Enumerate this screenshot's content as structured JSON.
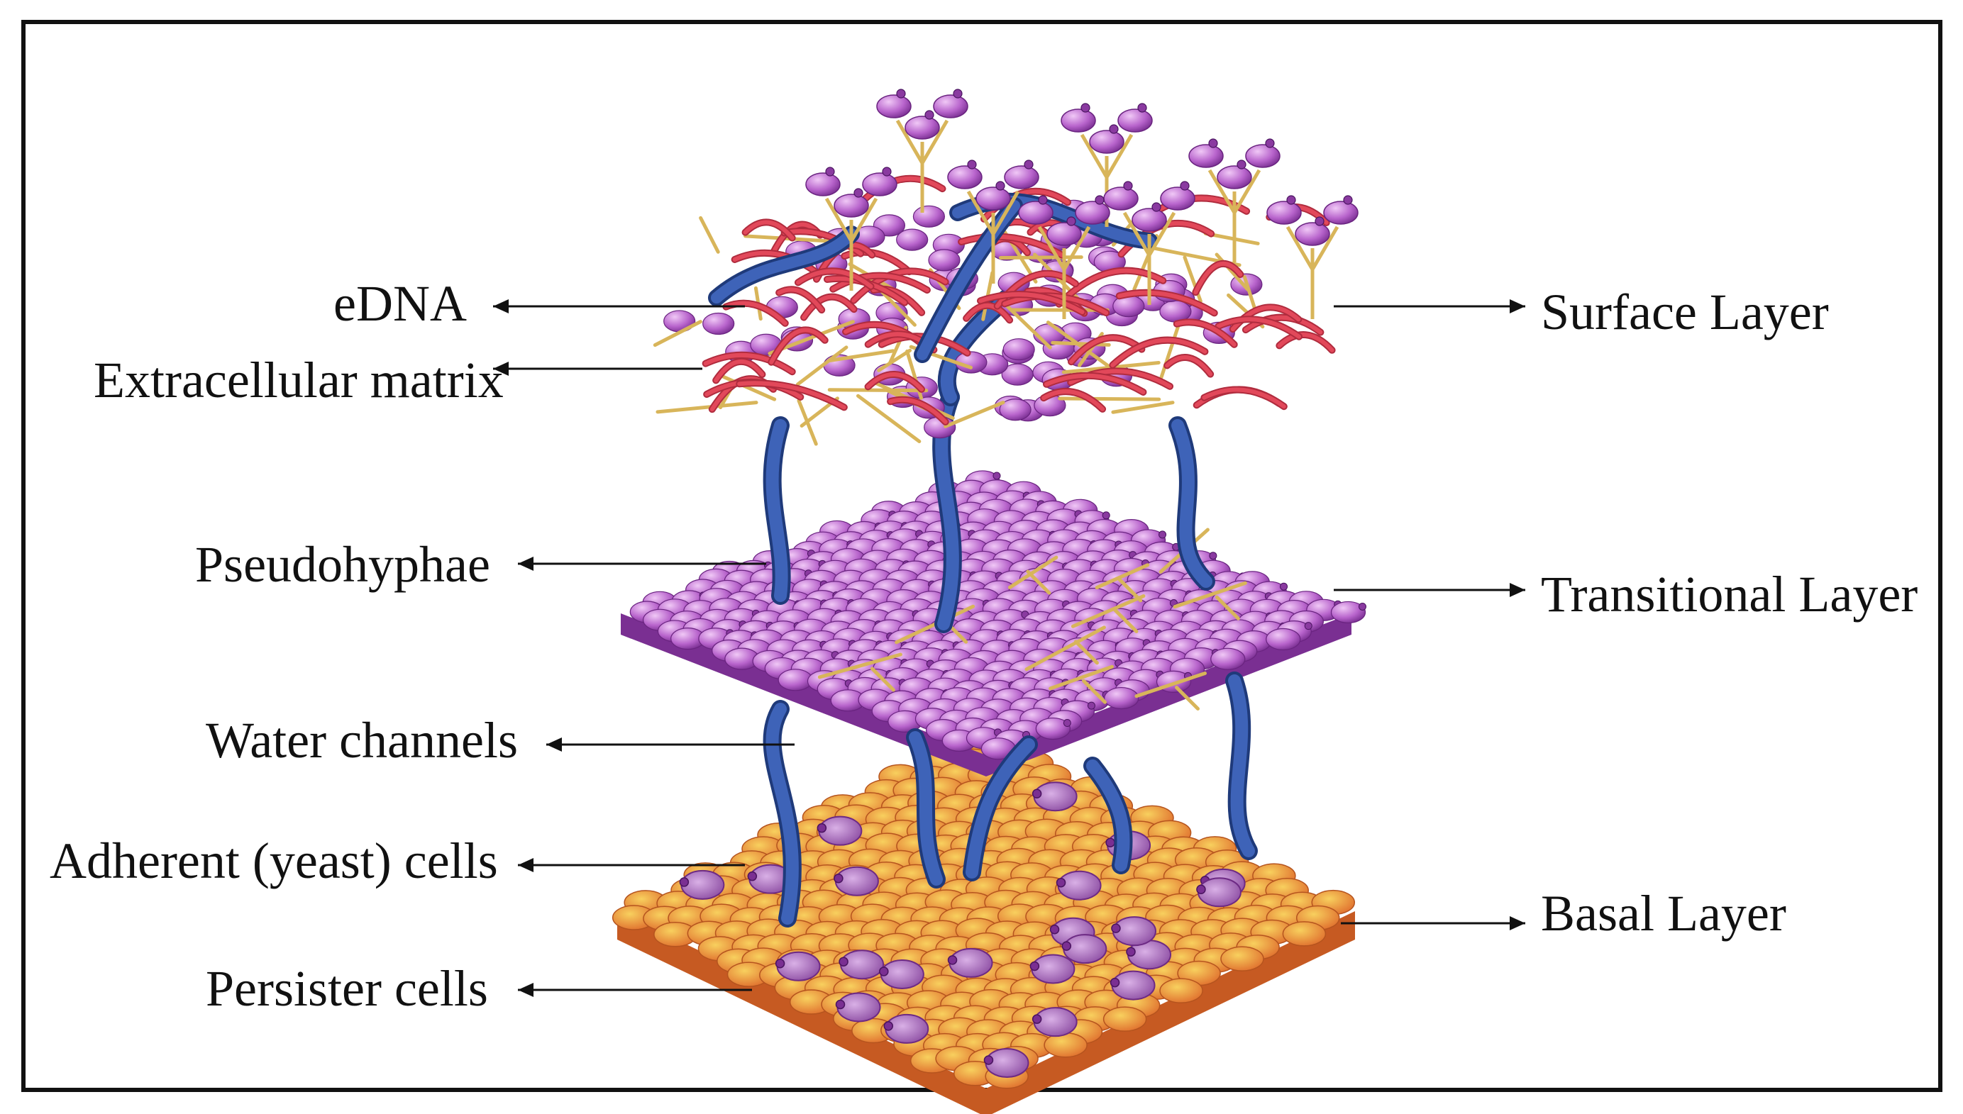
{
  "left_labels": [
    {
      "key": "edna",
      "text": "eDNA"
    },
    {
      "key": "ecm",
      "text": "Extracellular matrix"
    },
    {
      "key": "pseudohyphae",
      "text": "Pseudohyphae"
    },
    {
      "key": "water",
      "text": "Water channels"
    },
    {
      "key": "adherent",
      "text": "Adherent (yeast) cells"
    },
    {
      "key": "persister",
      "text": "Persister cells"
    }
  ],
  "right_labels": [
    {
      "key": "surface",
      "text": "Surface Layer"
    },
    {
      "key": "transitional",
      "text": "Transitional Layer"
    },
    {
      "key": "basal",
      "text": "Basal Layer"
    }
  ],
  "colors": {
    "frame": "#111111",
    "basal_cell": "#e8823a",
    "basal_cell_light": "#f6c45a",
    "yeast_cell": "#b060c8",
    "yeast_cell_light": "#e3b0ee",
    "edna_strand": "#e2485a",
    "matrix_fiber": "#d8b55a",
    "water_channel": "#3e63b8",
    "arrow": "#111111"
  }
}
